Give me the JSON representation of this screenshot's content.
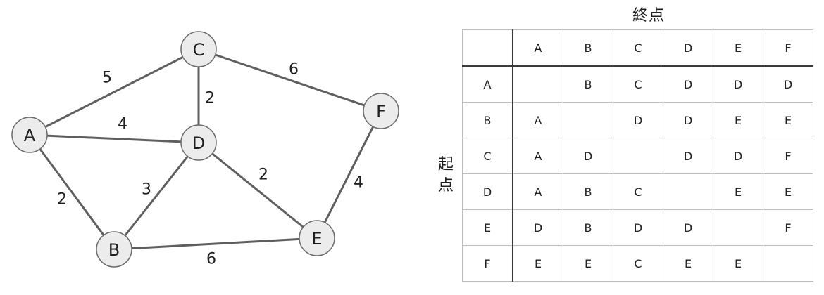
{
  "graph": {
    "nodes": [
      "A",
      "B",
      "C",
      "D",
      "E",
      "F"
    ],
    "edges": [
      {
        "from": "A",
        "to": "C",
        "weight": "5"
      },
      {
        "from": "A",
        "to": "D",
        "weight": "4"
      },
      {
        "from": "A",
        "to": "B",
        "weight": "2"
      },
      {
        "from": "C",
        "to": "D",
        "weight": "2"
      },
      {
        "from": "C",
        "to": "F",
        "weight": "6"
      },
      {
        "from": "D",
        "to": "B",
        "weight": "3"
      },
      {
        "from": "D",
        "to": "E",
        "weight": "2"
      },
      {
        "from": "B",
        "to": "E",
        "weight": "6"
      },
      {
        "from": "F",
        "to": "E",
        "weight": "4"
      }
    ]
  },
  "table": {
    "column_axis_label": "終点",
    "row_axis_label": "起点",
    "columns": [
      "A",
      "B",
      "C",
      "D",
      "E",
      "F"
    ],
    "rows": [
      {
        "label": "A",
        "cells": [
          "",
          "B",
          "C",
          "D",
          "D",
          "D"
        ]
      },
      {
        "label": "B",
        "cells": [
          "A",
          "",
          "D",
          "D",
          "E",
          "E"
        ]
      },
      {
        "label": "C",
        "cells": [
          "A",
          "D",
          "",
          "D",
          "D",
          "F"
        ]
      },
      {
        "label": "D",
        "cells": [
          "A",
          "B",
          "C",
          "",
          "E",
          "E"
        ]
      },
      {
        "label": "E",
        "cells": [
          "D",
          "B",
          "D",
          "D",
          "",
          "F"
        ]
      },
      {
        "label": "F",
        "cells": [
          "E",
          "E",
          "C",
          "E",
          "E",
          ""
        ]
      }
    ]
  }
}
